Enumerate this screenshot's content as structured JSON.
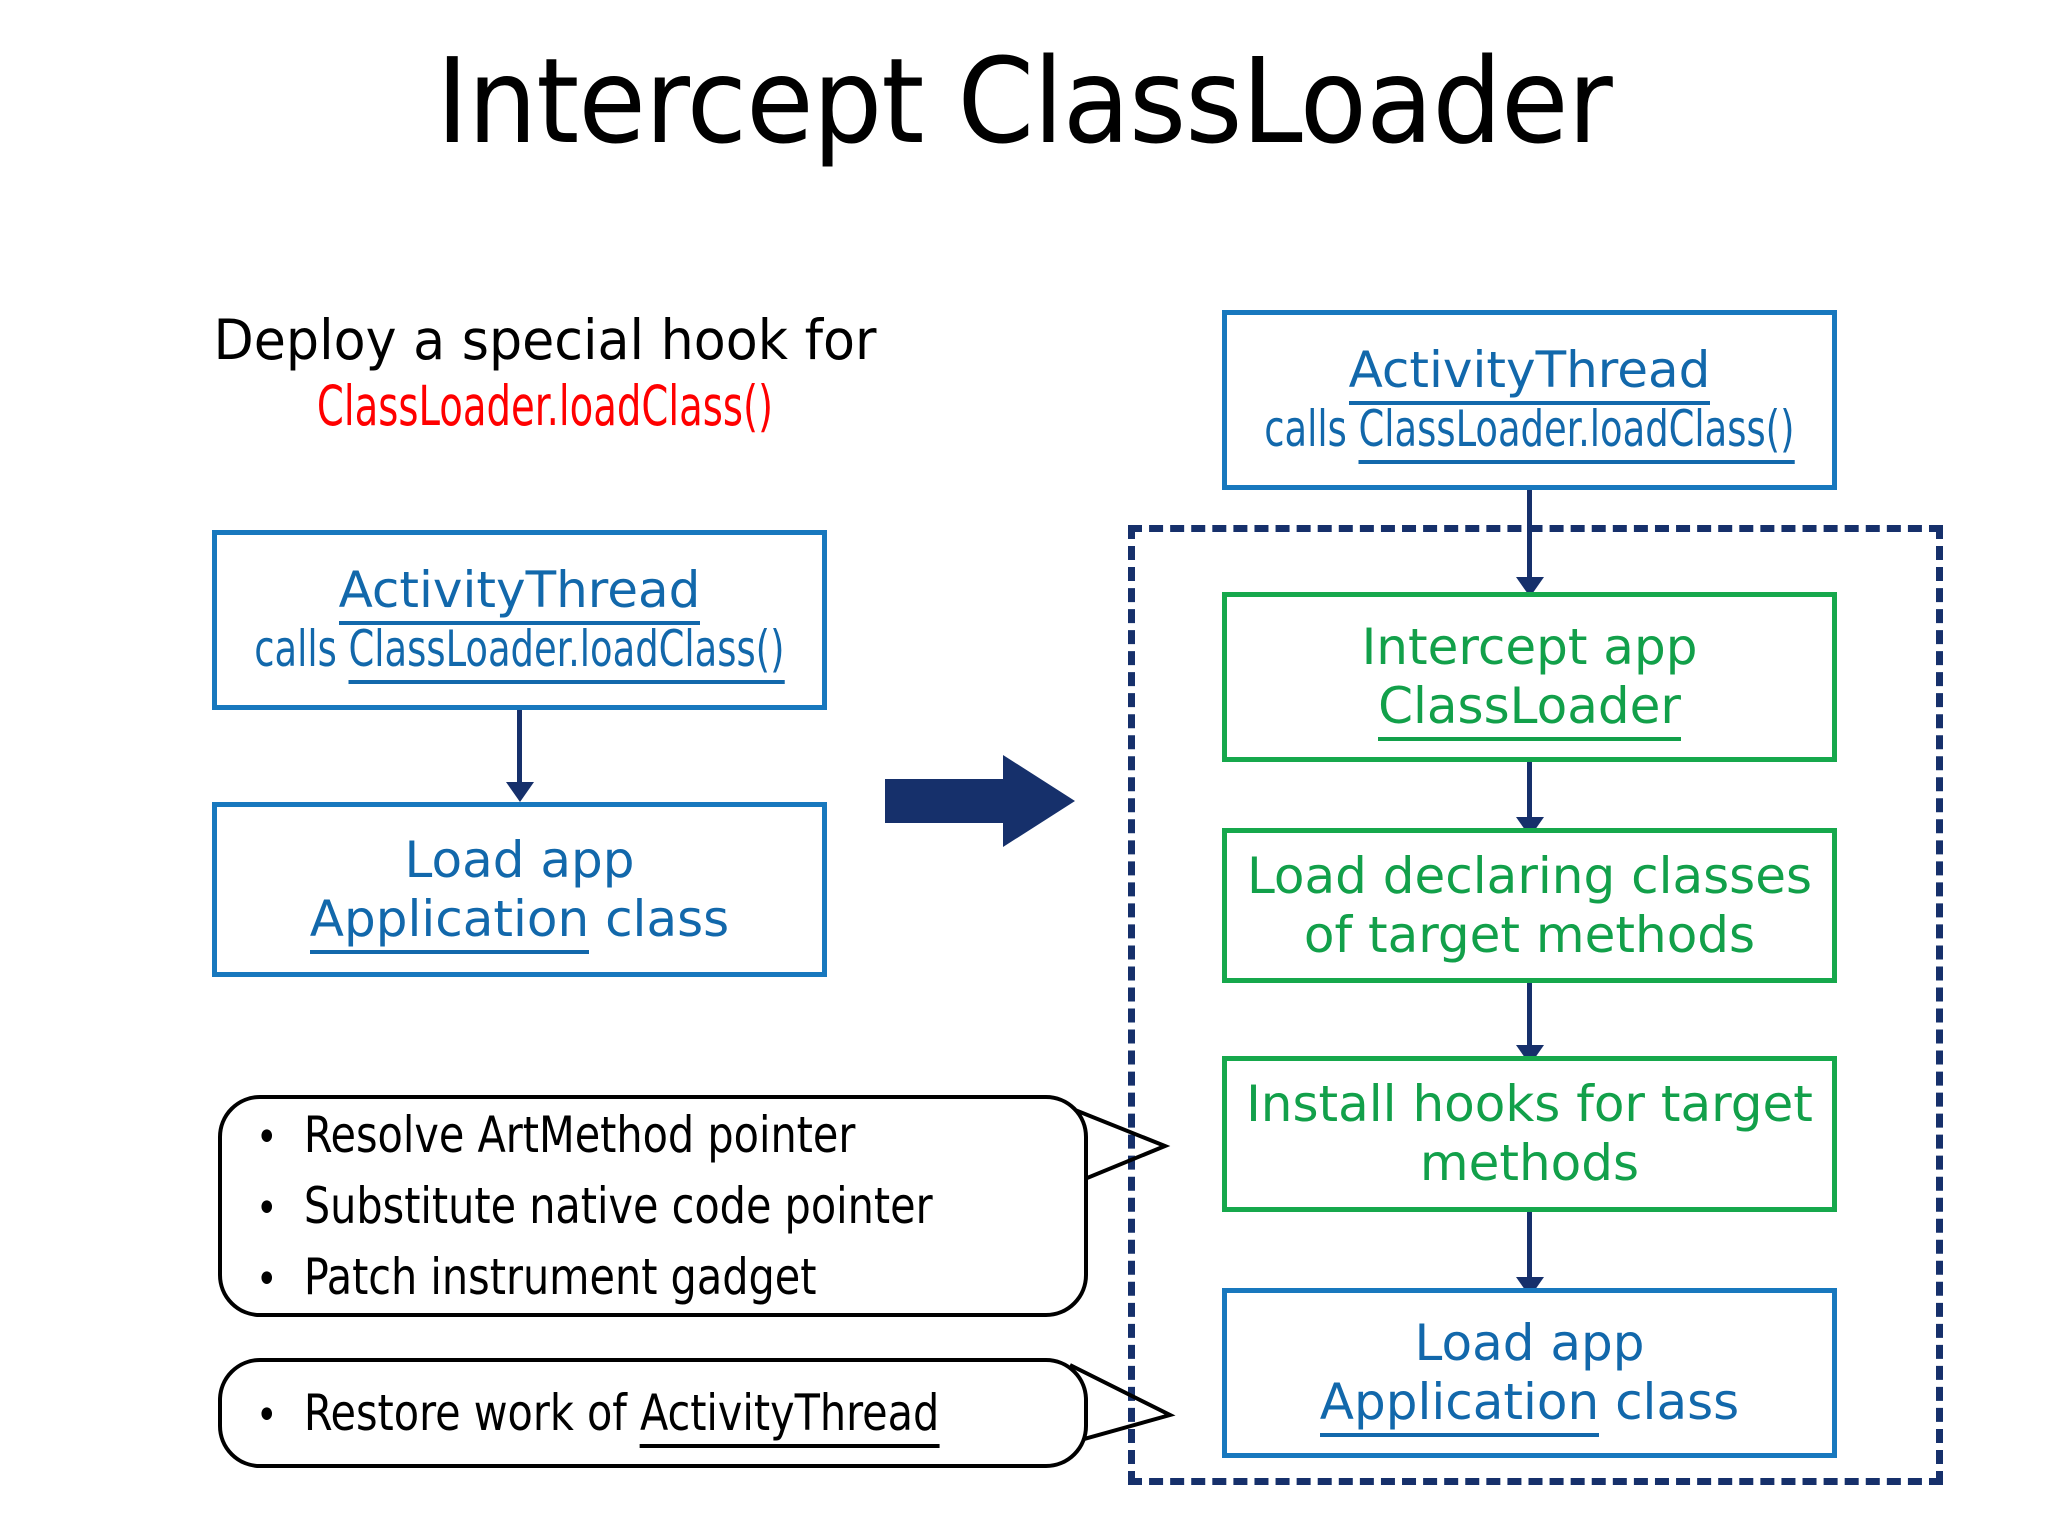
{
  "slide": {
    "title": "Intercept ClassLoader",
    "background_color": "#ffffff"
  },
  "colors": {
    "blue_box": "#1878be",
    "blue_text": "#1268ab",
    "green": "#12a04a",
    "navy_arrow": "#16306b",
    "red_text": "#ff0000",
    "black": "#000000"
  },
  "left_caption": {
    "line1": "Deploy a special hook for",
    "line2": "ClassLoader.loadClass()"
  },
  "left_flow": {
    "boxes": [
      {
        "name": "activity-thread-calls",
        "line1_plain": "ActivityThread",
        "line2_prefix": "calls ",
        "line2_underlined": "ClassLoader.loadClass()"
      },
      {
        "name": "load-app-application-class",
        "line1_plain": "Load app",
        "line2_underlined": "Application",
        "line2_suffix": " class"
      }
    ]
  },
  "right_flow": {
    "top_box": {
      "name": "activity-thread-calls",
      "line1_plain": "ActivityThread",
      "line2_prefix": "calls ",
      "line2_underlined": "ClassLoader.loadClass()"
    },
    "steps": [
      {
        "name": "intercept-app-classloader",
        "line1_plain": "Intercept app",
        "line2_underlined": "ClassLoader",
        "color": "green"
      },
      {
        "name": "load-declaring-classes",
        "line1_plain": "Load declaring classes",
        "line2_plain": "of target methods",
        "color": "green"
      },
      {
        "name": "install-hooks",
        "line1_plain": "Install hooks for target",
        "line2_plain": "methods",
        "color": "green"
      },
      {
        "name": "load-app-application-class",
        "line1_plain": "Load app",
        "line2_underlined": "Application",
        "line2_suffix": " class",
        "color": "blue"
      }
    ]
  },
  "callouts": [
    {
      "name": "install-hooks-callout",
      "bullets": [
        "Resolve ArtMethod pointer",
        "Substitute native code pointer",
        "Patch instrument gadget"
      ]
    },
    {
      "name": "restore-work-callout",
      "bullet_prefix": "Restore work of ",
      "bullet_underlined": "ActivityThread"
    }
  ]
}
